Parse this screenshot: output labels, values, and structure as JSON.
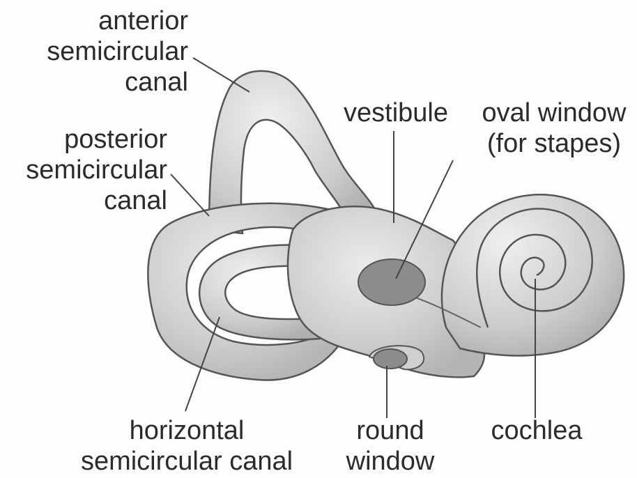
{
  "labels": {
    "anterior": [
      "anterior",
      "semicircular",
      "canal"
    ],
    "posterior": [
      "posterior",
      "semicircular",
      "canal"
    ],
    "vestibule": [
      "vestibule"
    ],
    "oval_window": [
      "oval window",
      "(for stapes)"
    ],
    "horizontal": [
      "horizontal",
      "semicircular canal"
    ],
    "round_window": [
      "round",
      "window"
    ],
    "cochlea": [
      "cochlea"
    ]
  },
  "colors": {
    "organ_fill": "#cdcdcd",
    "organ_highlight": "#ececec",
    "outline": "#555555",
    "window_fill": "#8c8c8c",
    "text": "#2b2b2b"
  }
}
